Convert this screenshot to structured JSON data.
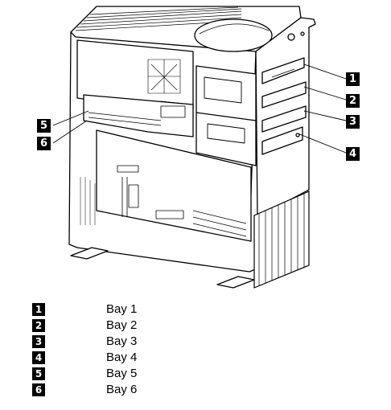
{
  "diagram": {
    "callouts": [
      {
        "id": "1"
      },
      {
        "id": "2"
      },
      {
        "id": "3"
      },
      {
        "id": "4"
      },
      {
        "id": "5"
      },
      {
        "id": "6"
      }
    ]
  },
  "legend": {
    "items": [
      {
        "number": "1",
        "label": "Bay 1"
      },
      {
        "number": "2",
        "label": "Bay 2"
      },
      {
        "number": "3",
        "label": "Bay 3"
      },
      {
        "number": "4",
        "label": "Bay 4"
      },
      {
        "number": "5",
        "label": "Bay 5"
      },
      {
        "number": "6",
        "label": "Bay 6"
      }
    ]
  }
}
